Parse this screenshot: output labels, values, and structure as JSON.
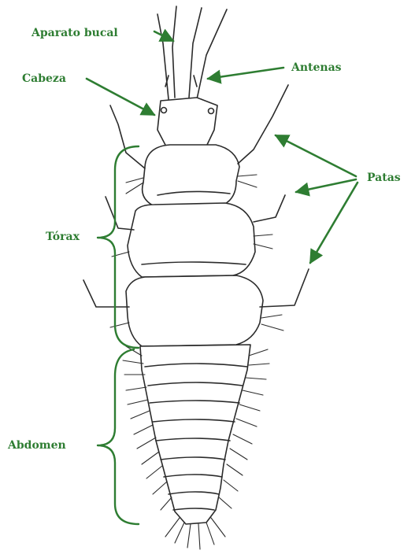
{
  "labels": {
    "aparato_bucal": "Aparato bucal",
    "antenas": "Antenas",
    "cabeza": "Cabeza",
    "patas": "Patas",
    "torax": "Tórax",
    "abdomen": "Abdomen"
  },
  "colors": {
    "label": "#2e7d32",
    "drawing": "#2b2b2b",
    "background": "#ffffff"
  }
}
